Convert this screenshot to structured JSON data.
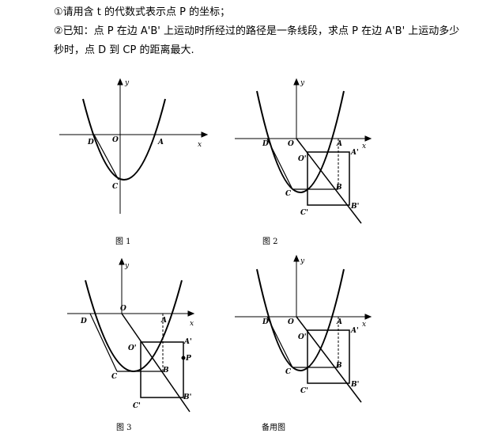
{
  "question": {
    "line1": "①请用含 t 的代数式表示点 P 的坐标；",
    "line2": "②已知：点 P 在边 A'B' 上运动时所经过的路径是一条线段，求点 P 在边 A'B' 上运动多少",
    "line3": "秒时，点 D 到 CP 的距离最大."
  },
  "figures": [
    {
      "caption": "图 1",
      "labels": {
        "y": "y",
        "x": "x",
        "O": "O",
        "D": "D",
        "A": "A",
        "C": "C"
      }
    },
    {
      "caption": "图 2",
      "labels": {
        "y": "y",
        "x": "x",
        "O": "O",
        "D": "D",
        "A": "A",
        "C": "C",
        "Oprime": "O'",
        "Aprime": "A'",
        "B": "B",
        "Bprime": "B'",
        "Cprime": "C'"
      }
    },
    {
      "caption": "图 3",
      "labels": {
        "y": "y",
        "x": "x",
        "O": "O",
        "D": "D",
        "A": "A",
        "C": "C",
        "Oprime": "O'",
        "Aprime": "A'",
        "B": "B",
        "Bprime": "B'",
        "Cprime": "C'",
        "P": "P"
      }
    },
    {
      "caption": "备用图",
      "labels": {
        "y": "y",
        "x": "x",
        "O": "O",
        "D": "D",
        "A": "A",
        "C": "C",
        "Oprime": "O'",
        "Aprime": "A'",
        "B": "B",
        "Bprime": "B'",
        "Cprime": "C'"
      }
    }
  ]
}
